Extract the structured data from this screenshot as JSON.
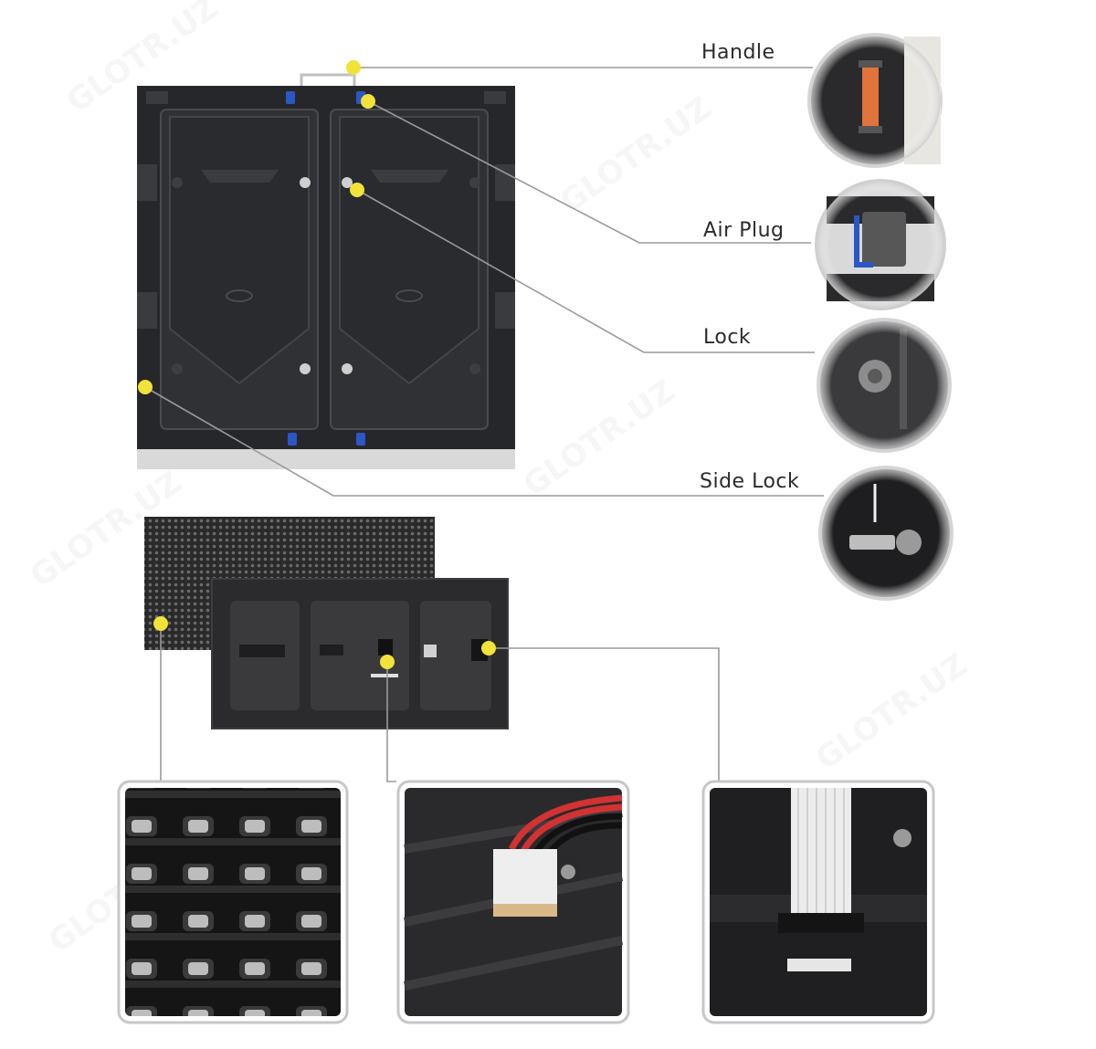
{
  "callouts": {
    "handle": "Handle",
    "air_plug": "Air Plug",
    "lock": "Lock",
    "side_lock": "Side Lock"
  },
  "watermark": "GLOTR.UZ",
  "colors": {
    "marker_dot": "#f2e23a",
    "leader_line": "#9a9a9a",
    "cabinet": "#2c2d30",
    "air_plug_blue": "#2b57c6"
  }
}
